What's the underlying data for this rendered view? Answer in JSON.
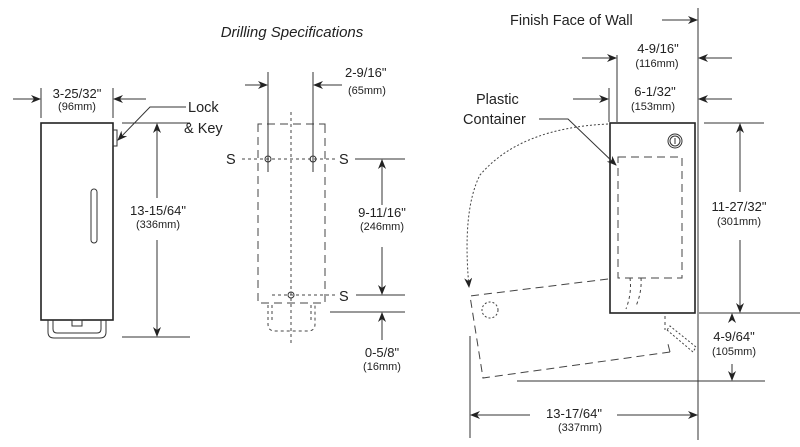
{
  "front_view": {
    "width_dim": "3-25/32\"",
    "width_mm": "(96mm)",
    "height_dim": "13-15/64\"",
    "height_mm": "(336mm)",
    "lock_label_line1": "Lock",
    "lock_label_line2": "& Key"
  },
  "drilling": {
    "title": "Drilling Specifications",
    "hole_spacing_dim": "2-9/16\"",
    "hole_spacing_mm": "(65mm)",
    "vertical_dim": "9-11/16\"",
    "vertical_mm": "(246mm)",
    "bottom_offset_dim": "0-5/8\"",
    "bottom_offset_mm": "(16mm)",
    "screw_label": "S"
  },
  "side_view": {
    "wall_label": "Finish Face of Wall",
    "depth_dim_1": "4-9/16\"",
    "depth_mm_1": "(116mm)",
    "depth_dim_2": "6-1/32\"",
    "depth_mm_2": "(153mm)",
    "container_label_line1": "Plastic",
    "container_label_line2": "Container",
    "height_dim": "11-27/32\"",
    "height_mm": "(301mm)",
    "bottom_dim": "4-9/64\"",
    "bottom_mm": "(105mm)",
    "open_width_dim": "13-17/64\"",
    "open_width_mm": "(337mm)"
  }
}
